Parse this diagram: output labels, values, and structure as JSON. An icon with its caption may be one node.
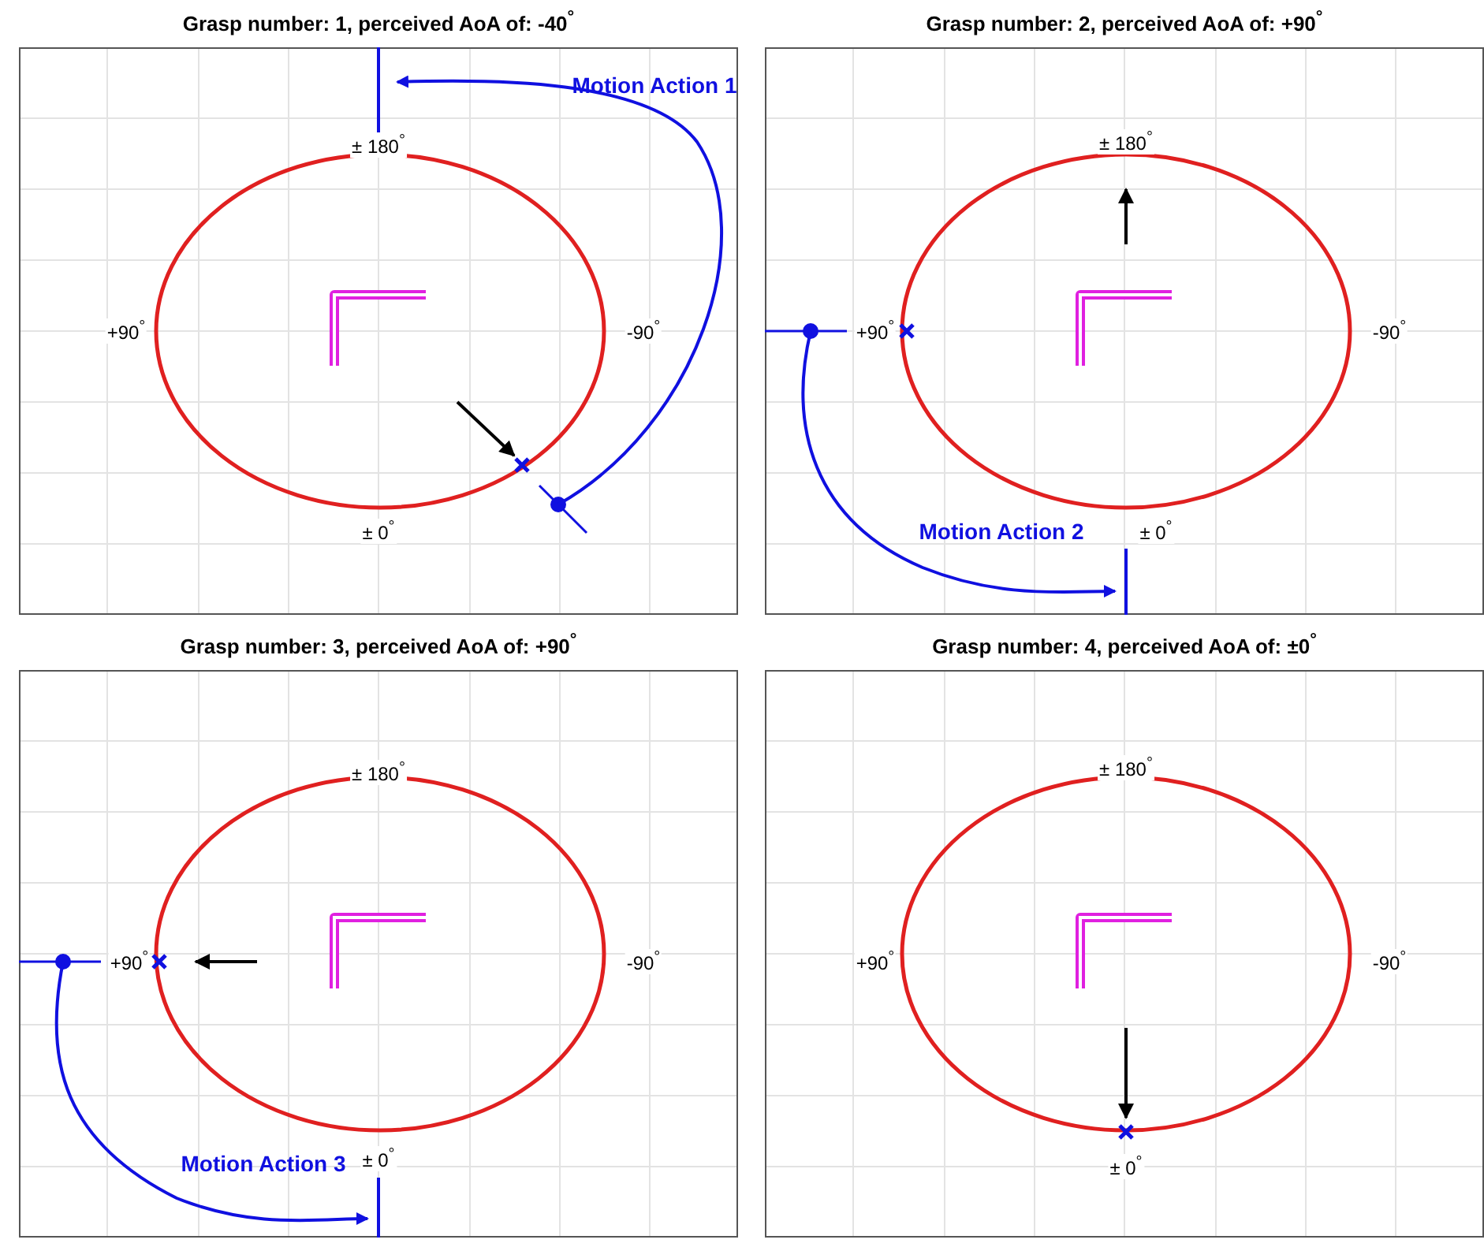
{
  "diagram": {
    "nodes": [
      {
        "text": [
          "Grasp number: 1, perceived AoA of: -40$^{°}$"
        ]
      },
      {
        "text": [
          "Grasp number: 2, perceived AoA of: +90$^{°}$"
        ]
      },
      {
        "text": [
          "Grasp number: 3, perceived AoA of: +90$^{°}$"
        ]
      },
      {
        "text": [
          "Grasp number: 4, perceived AoA of: ±0$^{°}$"
        ]
      }
    ],
    "labels": [
      "Motion Action 1",
      "± 180$^{°}$",
      "+90$^{°}$",
      "-90$^{°}$",
      "± 0$^{°}$",
      "± 180$^{°}$",
      "+90$^{°}$",
      "-90$^{°}$",
      "Motion Action 2",
      "± 0$^{°}$",
      "± 180$^{°}$",
      "+90$^{°}$",
      "-90$^{°}$",
      "Motion Action 3",
      "± 0$^{°}$",
      "± 180$^{°}$",
      "+90$^{°}$",
      "-90$^{°}$",
      "± 0$^{°}$"
    ]
  }
}
